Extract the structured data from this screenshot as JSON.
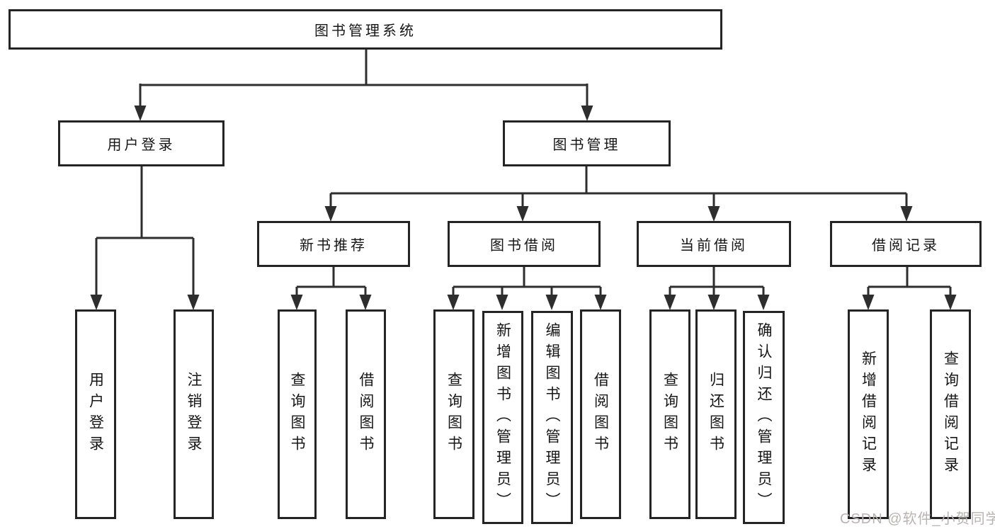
{
  "diagram": {
    "root": {
      "label": "图书管理系统"
    },
    "level2": [
      {
        "label": "用户登录"
      },
      {
        "label": "图书管理"
      }
    ],
    "level3": [
      {
        "label": "新书推荐"
      },
      {
        "label": "图书借阅"
      },
      {
        "label": "当前借阅"
      },
      {
        "label": "借阅记录"
      }
    ],
    "leaves": {
      "user": [
        "用户登录",
        "注销登录"
      ],
      "recommend": [
        "查询图书",
        "借阅图书"
      ],
      "borrow": [
        "查询图书",
        "新增图书（管理员）",
        "编辑图书（管理员）",
        "借阅图书"
      ],
      "current": [
        "查询图书",
        "归还图书",
        "确认归还（管理员）"
      ],
      "records": [
        "新增借阅记录",
        "查询借阅记录"
      ]
    }
  },
  "watermark": {
    "text": "CSDN @软件_小贺同学"
  },
  "colors": {
    "background": "#ffffff",
    "box_fill": "#ffffff",
    "box_border": "#242424",
    "line": "#2e2e2e",
    "text": "#161616",
    "watermark": "#b9b3b3"
  }
}
